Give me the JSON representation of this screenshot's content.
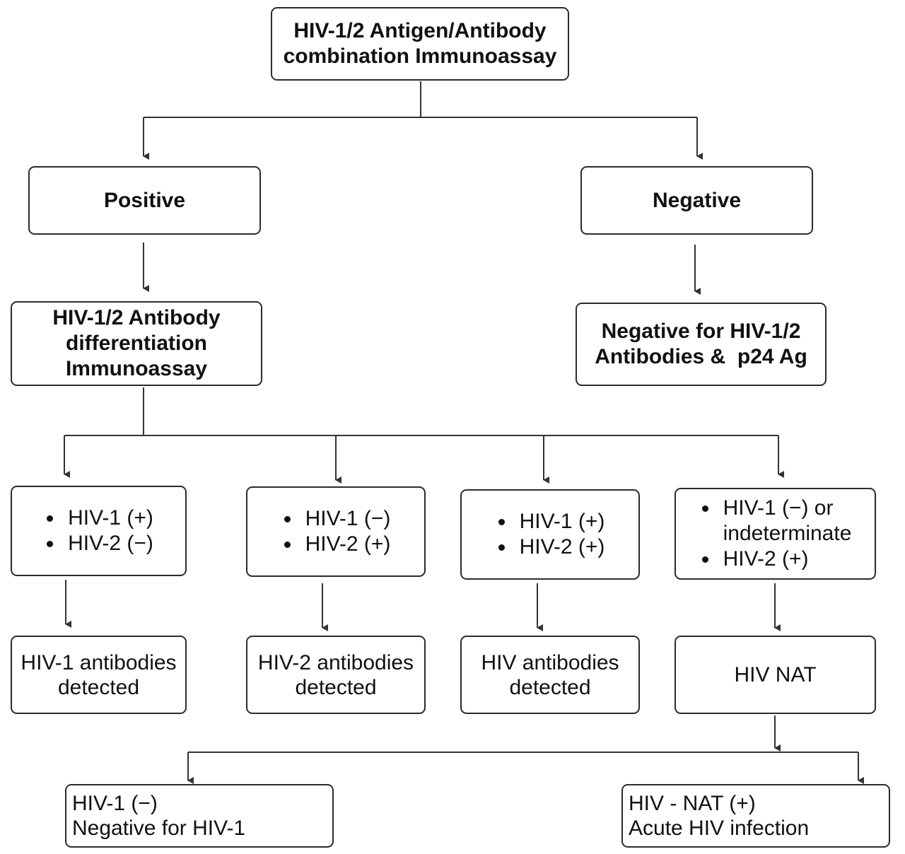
{
  "top": {
    "line1": "HIV-1/2 Antigen/Antibody",
    "line2": "combination Immunoassay"
  },
  "positive": {
    "label": "Positive"
  },
  "negative": {
    "label": "Negative"
  },
  "differentiation": {
    "line1": "HIV-1/2 Antibody",
    "line2": "differentiation",
    "line3": "Immunoassay"
  },
  "negative_result": {
    "line1": "Negative for HIV-1/2",
    "line2": "Antibodies &  p24 Ag"
  },
  "outcomes": [
    {
      "items": [
        "HIV-1 (+)",
        "HIV-2 (−)"
      ]
    },
    {
      "items": [
        "HIV-1 (−)",
        "HIV-2 (+)"
      ]
    },
    {
      "items": [
        "HIV-1 (+)",
        "HIV-2 (+)"
      ]
    },
    {
      "items": [
        "HIV-1 (−) or",
        "indeterminate",
        "HIV-2 (+)"
      ]
    }
  ],
  "results": [
    {
      "line1": "HIV-1 antibodies",
      "line2": "detected"
    },
    {
      "line1": "HIV-2 antibodies",
      "line2": "detected"
    },
    {
      "line1": "HIV antibodies",
      "line2": "detected"
    },
    {
      "line1": "HIV NAT",
      "line2": ""
    }
  ],
  "final": [
    {
      "line1": "HIV-1 (−)",
      "line2": "Negative for HIV-1"
    },
    {
      "line1": "HIV - NAT (+)",
      "line2": "Acute HIV infection"
    }
  ],
  "colors": {
    "border": "#2b2b2b",
    "line": "#333333",
    "text": "#111111"
  }
}
